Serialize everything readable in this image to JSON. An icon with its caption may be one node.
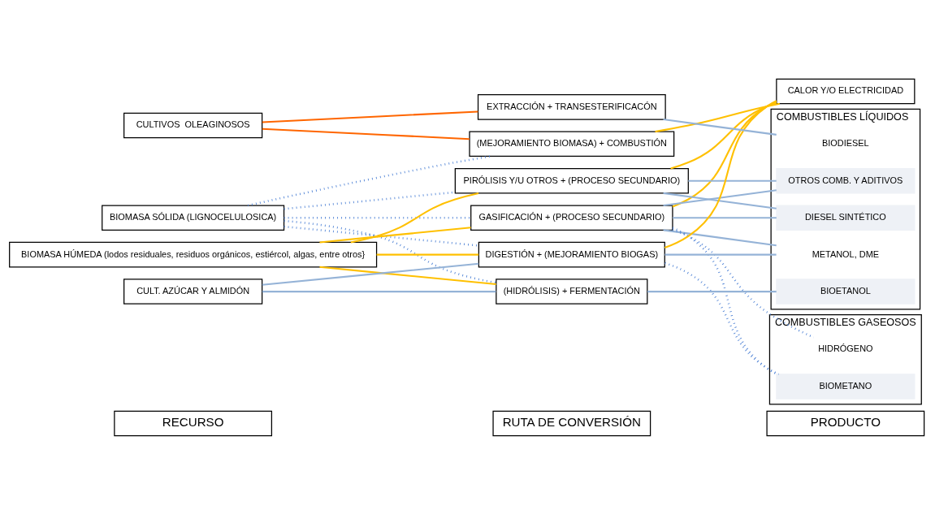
{
  "diagram": {
    "nodes": [
      {
        "text": [
          "RECURSO"
        ]
      },
      {
        "text": [
          "RUTA DE CONVERSIÓN"
        ]
      },
      {
        "text": [
          "PRODUCTO"
        ]
      },
      {
        "text": [
          "BIOMASA SÓLIDA (LIGNOCELULOSICA)"
        ]
      },
      {
        "text": [
          "BIOMASA HÚMEDA (lodos residuales, residuos orgánicos, estiércol, algas, entre otros}"
        ]
      },
      {
        "text": [
          "CULT. AZÚCAR Y ALMIDÓN"
        ]
      },
      {
        "text": [
          "CULTIVOS  OLEAGINOSOS"
        ]
      },
      {
        "text": [
          "(MEJORAMIENTO BIOMASA) + COMBUSTIÓN"
        ]
      },
      {
        "text": [
          "GASIFICACIÓN + (PROCESO SECUNDARIO)"
        ]
      },
      {
        "text": [
          "PIRÓLISIS Y/U OTROS + (PROCESO SECUNDARIO)"
        ]
      },
      {
        "text": [
          "DIGESTIÓN + (MEJORAMIENTO BIOGAS)"
        ]
      },
      {
        "text": [
          "(HIDRÓLISIS) + FERMENTACIÓN"
        ]
      },
      {
        "text": [
          "EXTRACCIÓN + TRANSESTERIFICACÓN"
        ]
      },
      {
        "text": [
          "CALOR Y/O ELECTRICIDAD"
        ]
      },
      {
        "text": [
          "COMBUSTIBLES LÍQUIDOS"
        ]
      },
      {
        "text": [
          "BIOETANOL"
        ],
        "in": 14
      },
      {
        "text": [
          "BIODIESEL"
        ],
        "in": 14
      },
      {
        "text": [
          "DIESEL SINTÉTICO"
        ],
        "in": 14
      },
      {
        "text": [
          "METANOL, DME"
        ],
        "in": 14
      },
      {
        "text": [
          "OTROS COMB. Y ADITIVOS"
        ],
        "in": 14
      },
      {
        "text": [
          "COMBUSTIBLES GASEOSOS"
        ]
      },
      {
        "text": [
          "BIOMETANO"
        ],
        "in": 20
      },
      {
        "text": [
          "HIDRÓGENO"
        ],
        "in": 20
      }
    ],
    "edges": [
      {
        "from": 3,
        "to": 7,
        "arrow": "none",
        "style": "dashed",
        "color": "#4a7fd4"
      },
      {
        "from": 3,
        "to": 8,
        "arrow": "none",
        "style": "dashed",
        "color": "#4a7fd4"
      },
      {
        "from": 3,
        "to": 9,
        "arrow": "none",
        "style": "dashed",
        "color": "#4a7fd4"
      },
      {
        "from": 3,
        "to": 10,
        "arrow": "none",
        "style": "dashed",
        "color": "#4a7fd4"
      },
      {
        "from": 3,
        "to": 11,
        "arrow": "none",
        "style": "dashed",
        "color": "#4a7fd4"
      },
      {
        "from": 4,
        "to": 8,
        "arrow": "none",
        "color": "#ffc000"
      },
      {
        "from": 4,
        "to": 9,
        "arrow": "none",
        "color": "#ffc000"
      },
      {
        "from": 4,
        "to": 10,
        "arrow": "none",
        "color": "#ffc000"
      },
      {
        "from": 4,
        "to": 11,
        "arrow": "none",
        "color": "#ffc000"
      },
      {
        "from": 5,
        "to": 10,
        "arrow": "none"
      },
      {
        "from": 5,
        "to": 11,
        "arrow": "none"
      },
      {
        "from": 6,
        "to": 7,
        "arrow": "none",
        "color": "#ff6600"
      },
      {
        "from": 6,
        "to": 12,
        "arrow": "none",
        "color": "#ff6600"
      },
      {
        "from": 7,
        "to": 13,
        "arrow": "none",
        "color": "#ffc000"
      },
      {
        "from": 8,
        "to": 13,
        "arrow": "none",
        "color": "#ffc000"
      },
      {
        "from": 9,
        "to": 13,
        "arrow": "none",
        "color": "#ffc000"
      },
      {
        "from": 10,
        "to": 13,
        "arrow": "none",
        "color": "#ffc000"
      },
      {
        "from": 8,
        "to": 17,
        "arrow": "none"
      },
      {
        "from": 8,
        "to": 18,
        "arrow": "none"
      },
      {
        "from": 8,
        "to": 19,
        "arrow": "none"
      },
      {
        "from": 8,
        "to": 21,
        "arrow": "none",
        "style": "dashed",
        "color": "#4a7fd4"
      },
      {
        "from": 8,
        "to": 22,
        "arrow": "none",
        "style": "dashed",
        "color": "#4a7fd4"
      },
      {
        "from": 9,
        "to": 17,
        "arrow": "none"
      },
      {
        "from": 9,
        "to": 19,
        "arrow": "none"
      },
      {
        "from": 10,
        "to": 18,
        "arrow": "none"
      },
      {
        "from": 10,
        "to": 21,
        "arrow": "none",
        "style": "dashed",
        "color": "#4a7fd4"
      },
      {
        "from": 11,
        "to": 15,
        "arrow": "none"
      },
      {
        "from": 12,
        "to": 16,
        "arrow": "none"
      }
    ]
  }
}
